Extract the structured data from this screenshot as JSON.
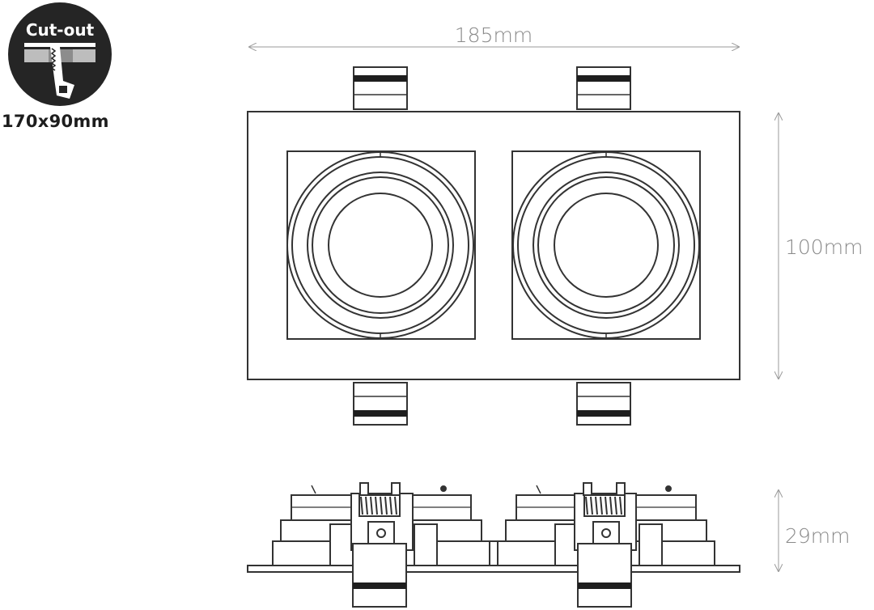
{
  "badge": {
    "label": "Cut-out",
    "size": "170x90mm",
    "bg_color": "#252525",
    "icon": "saw-cut-icon"
  },
  "dimensions": {
    "width": "185mm",
    "height": "100mm",
    "depth": "29mm"
  },
  "colors": {
    "line": "#333333",
    "dim_line": "#9a9a9a",
    "dim_text": "#8a8a8a"
  }
}
